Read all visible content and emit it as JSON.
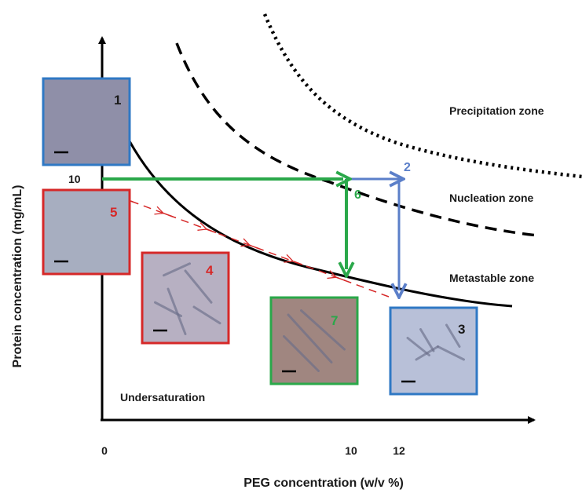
{
  "axes": {
    "xlabel": "PEG concentration (w/v %)",
    "ylabel": "Protein concentration (mg/mL)",
    "x_ticks": [
      "0",
      "10",
      "12"
    ],
    "y_ticks": [
      "10"
    ]
  },
  "zones": {
    "precipitation": "Precipitation zone",
    "nucleation": "Nucleation zone",
    "metastable": "Metastable zone",
    "undersaturation": "Undersaturation"
  },
  "points": {
    "p2": "2",
    "p6": "6"
  },
  "images": [
    {
      "number": "1",
      "border_color": "#2f78c4",
      "tint": "#8f8fa8",
      "has_crystals": false
    },
    {
      "number": "5",
      "border_color": "#d62828",
      "tint": "#a7aec0",
      "has_crystals": false
    },
    {
      "number": "4",
      "border_color": "#d62828",
      "tint": "#b7b0c2",
      "has_crystals": true
    },
    {
      "number": "7",
      "border_color": "#2aa84a",
      "tint": "#a08680",
      "has_crystals": true
    },
    {
      "number": "3",
      "border_color": "#2f78c4",
      "tint": "#b8c0d8",
      "has_crystals": true
    }
  ],
  "colors": {
    "green": "#2aa84a",
    "blue": "#5b7fc9",
    "red": "#d62828",
    "black": "#000000"
  }
}
